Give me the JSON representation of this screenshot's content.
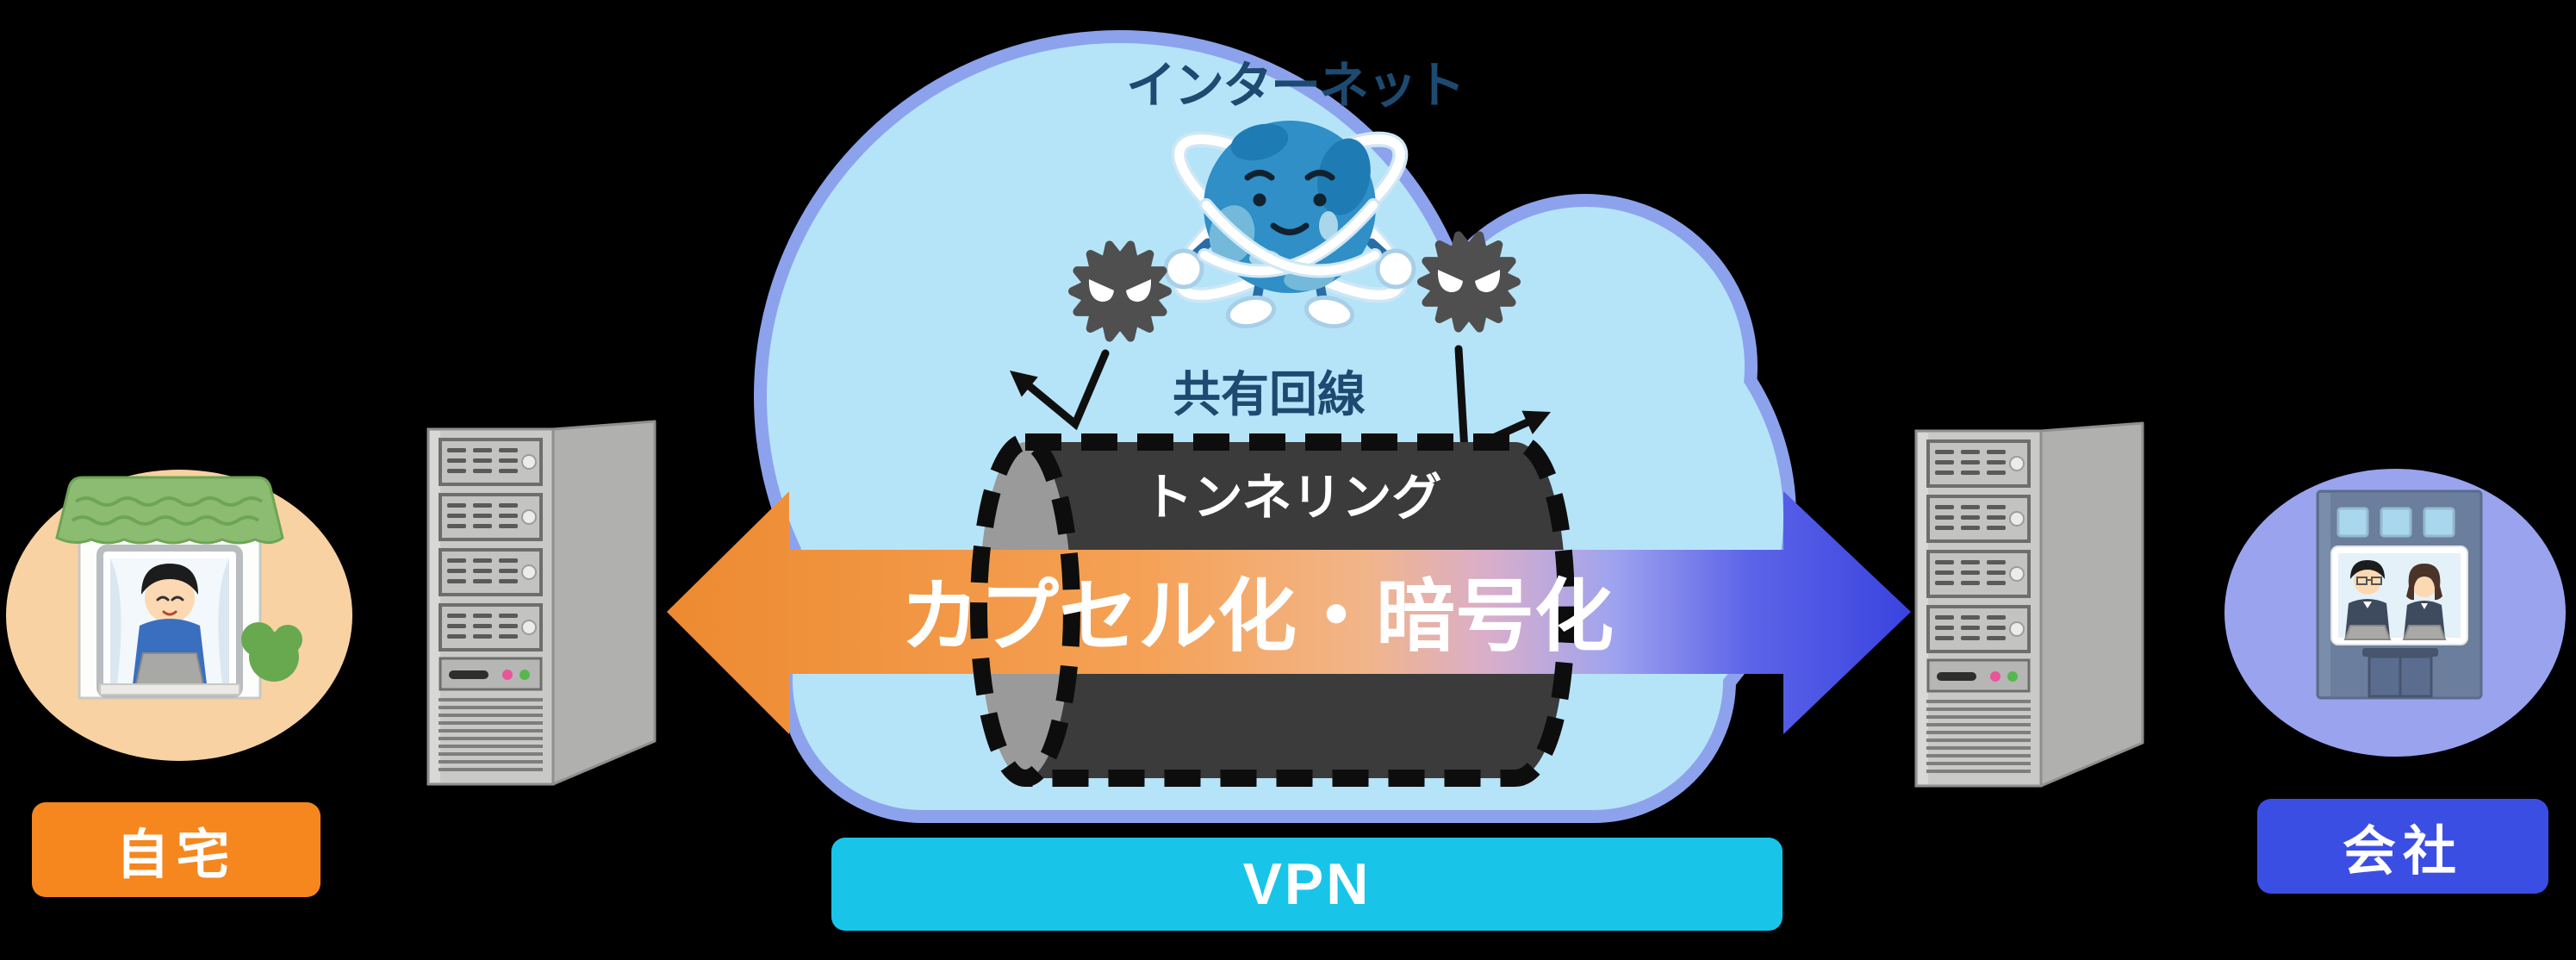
{
  "diagram": {
    "title": "VPN",
    "labels": {
      "internet": "インターネット",
      "shared_line": "共有回線",
      "tunneling": "トンネリング",
      "encapsulation": "カプセル化・暗号化",
      "vpn": "VPN",
      "home": "自宅",
      "company": "会社"
    },
    "colors": {
      "background": "#000000",
      "cloud_fill": "#b5e4f9",
      "cloud_border": "#8da2ec",
      "heading_text": "#1d4a70",
      "tunnel_body": "#3b3b3b",
      "tunnel_opening": "#9a9a9a",
      "tunnel_dash": "#0d0d0d",
      "arrow_orange": "#ed8a30",
      "arrow_blue": "#3a43df",
      "vpn_badge": "#18c5e8",
      "home_badge": "#f6871f",
      "company_badge": "#3b4ee3",
      "home_circle": "#f8d2a2",
      "company_circle": "#9aa3ee",
      "virus": "#4f4f4f",
      "globe": "#2f8fc6"
    },
    "icons": [
      "internet-cloud-icon",
      "globe-character-icon",
      "virus-icon",
      "tunnel-icon",
      "flow-arrow-icon",
      "server-icon",
      "home-icon",
      "company-building-icon",
      "bent-arrow-icon"
    ]
  }
}
